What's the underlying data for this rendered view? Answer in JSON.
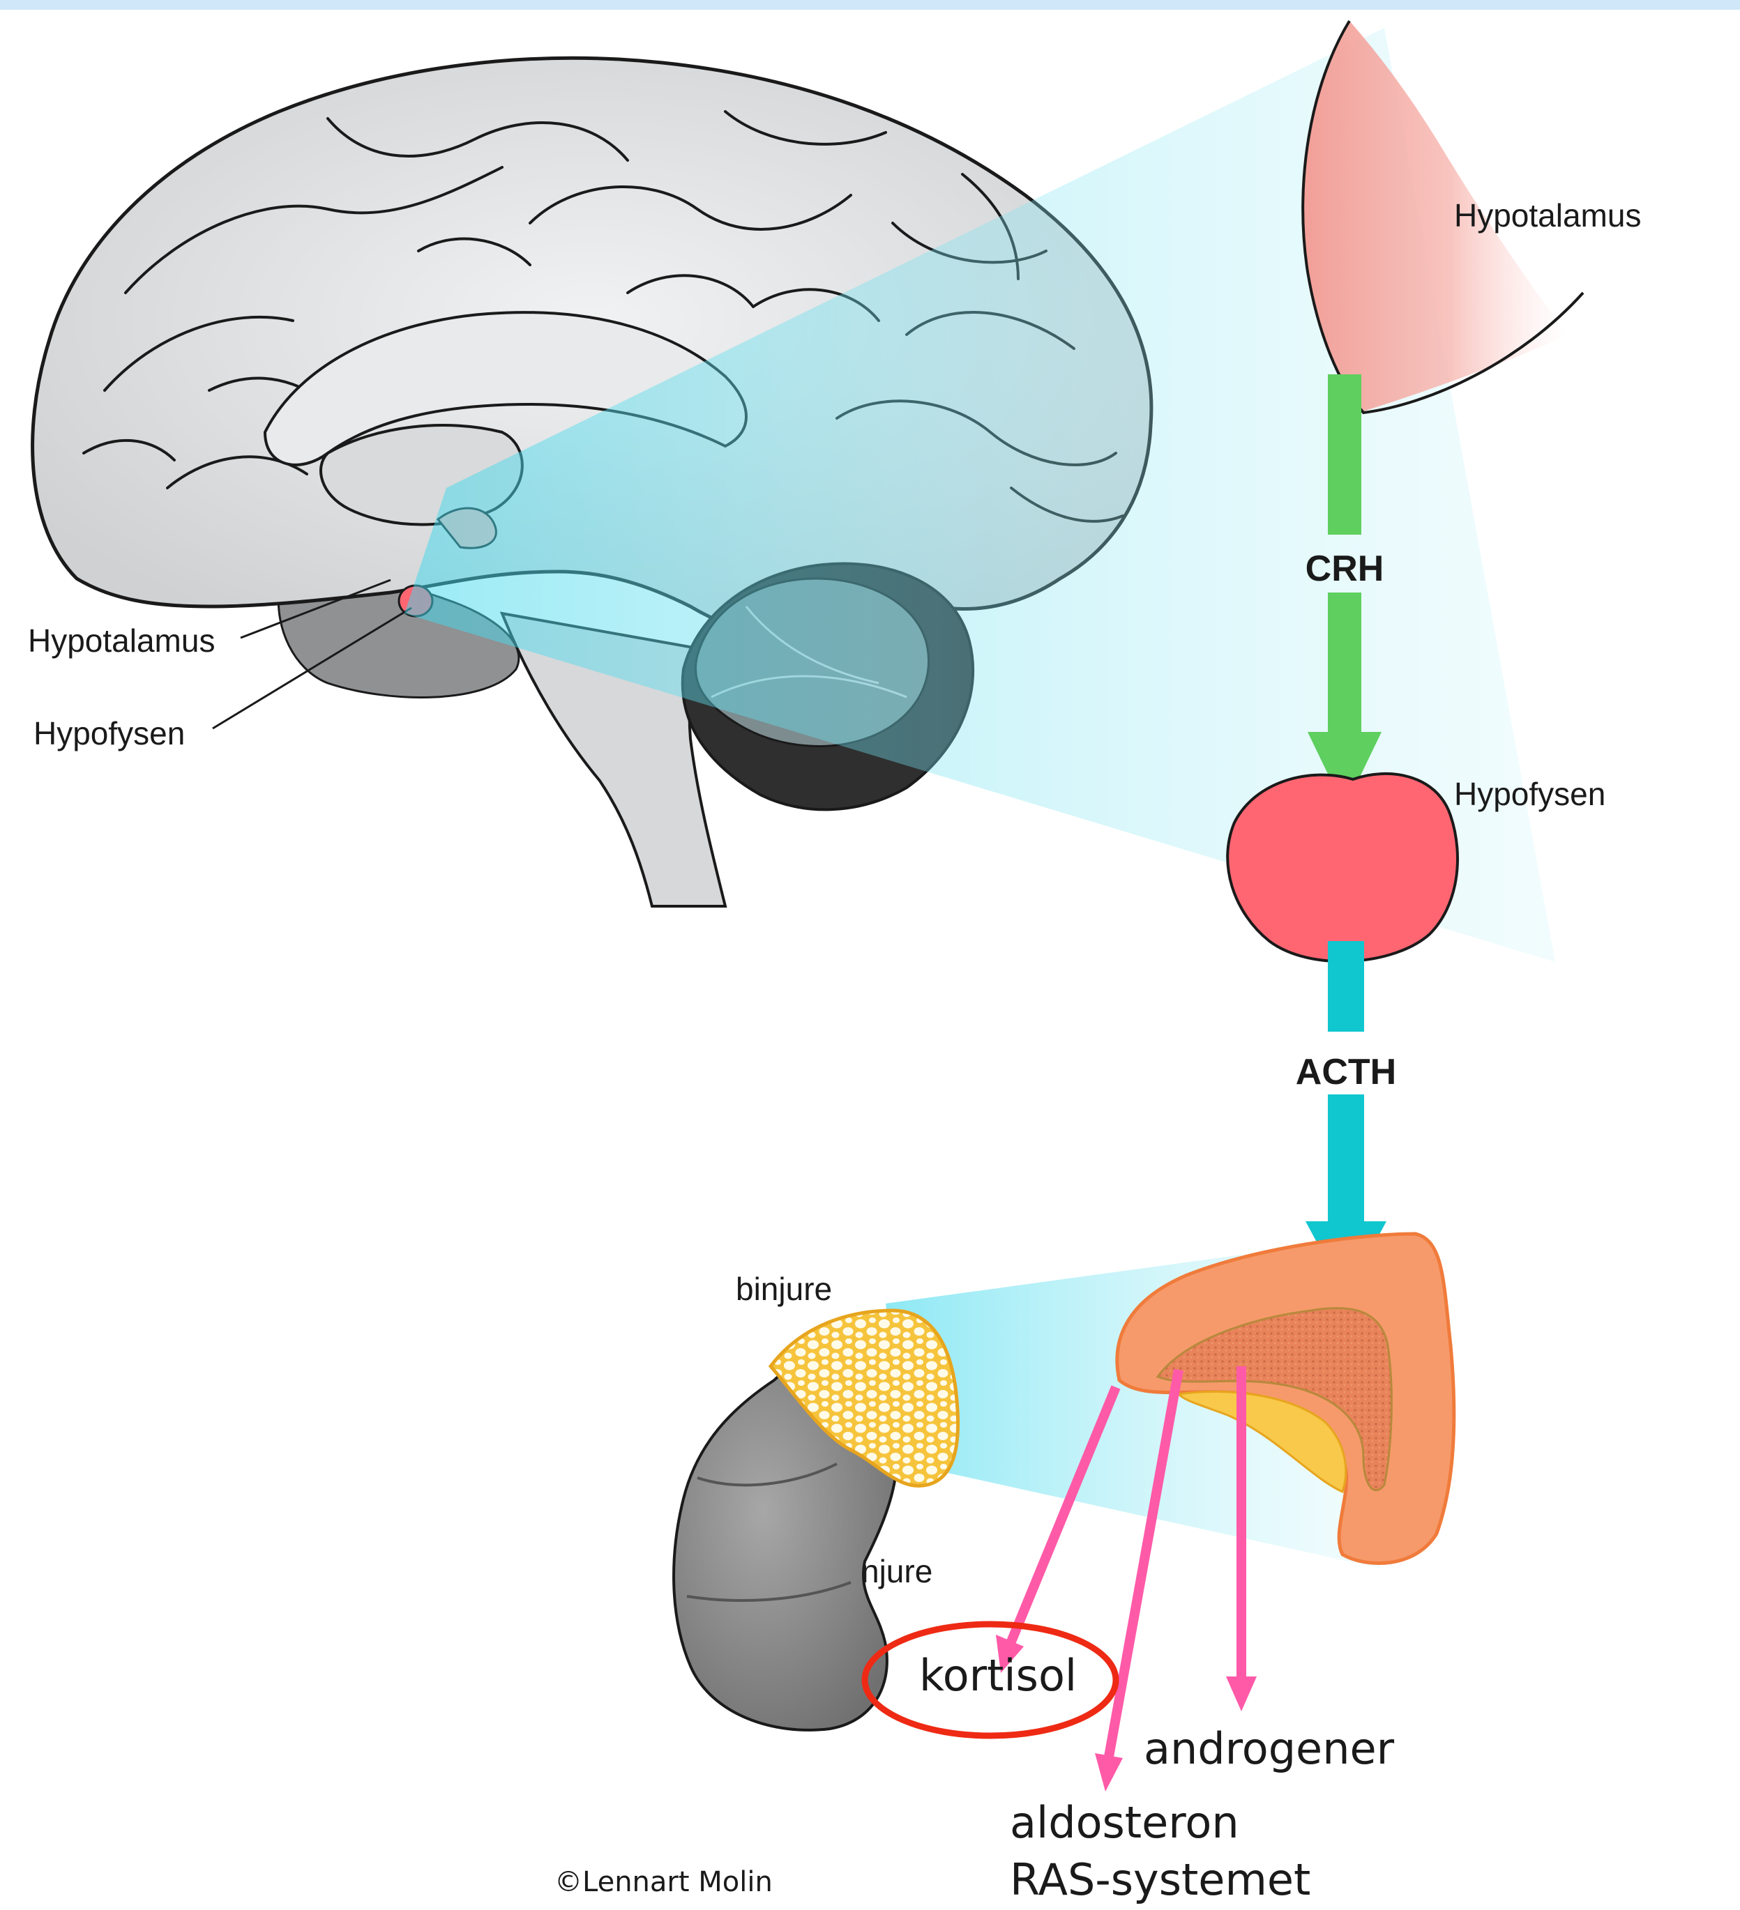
{
  "brain_labels": {
    "hypothalamus": "Hypotalamus",
    "pituitary": "Hypofysen"
  },
  "cascade": {
    "top_gland_label": "Hypotalamus",
    "first_hormone": "CRH",
    "middle_gland_label": "Hypofysen",
    "second_hormone": "ACTH"
  },
  "adrenal": {
    "gland_label": "binjure",
    "kidney_label": "njure"
  },
  "outputs": {
    "cortisol": "kortisol",
    "androgens": "androgener",
    "aldosterone": "aldosteron",
    "ras": "RAS-systemet"
  },
  "credit": "©Lennart Molin",
  "colors": {
    "frame_bar": "#cfe7f8",
    "cone": "#7fe3f0",
    "hypothalamus": "#f5b5ae",
    "pituitary": "#ff6672",
    "crh_arrow": "#5fcf5f",
    "acth_arrow": "#10c6cf",
    "adrenal_cortex": "#f6905e",
    "adrenal_medulla": "#f5b53b",
    "output_arrows": "#ff5aa8",
    "highlight_ring": "#ee2a14",
    "kidney": "#8c8c8c",
    "brain": "#e6e7e8"
  }
}
